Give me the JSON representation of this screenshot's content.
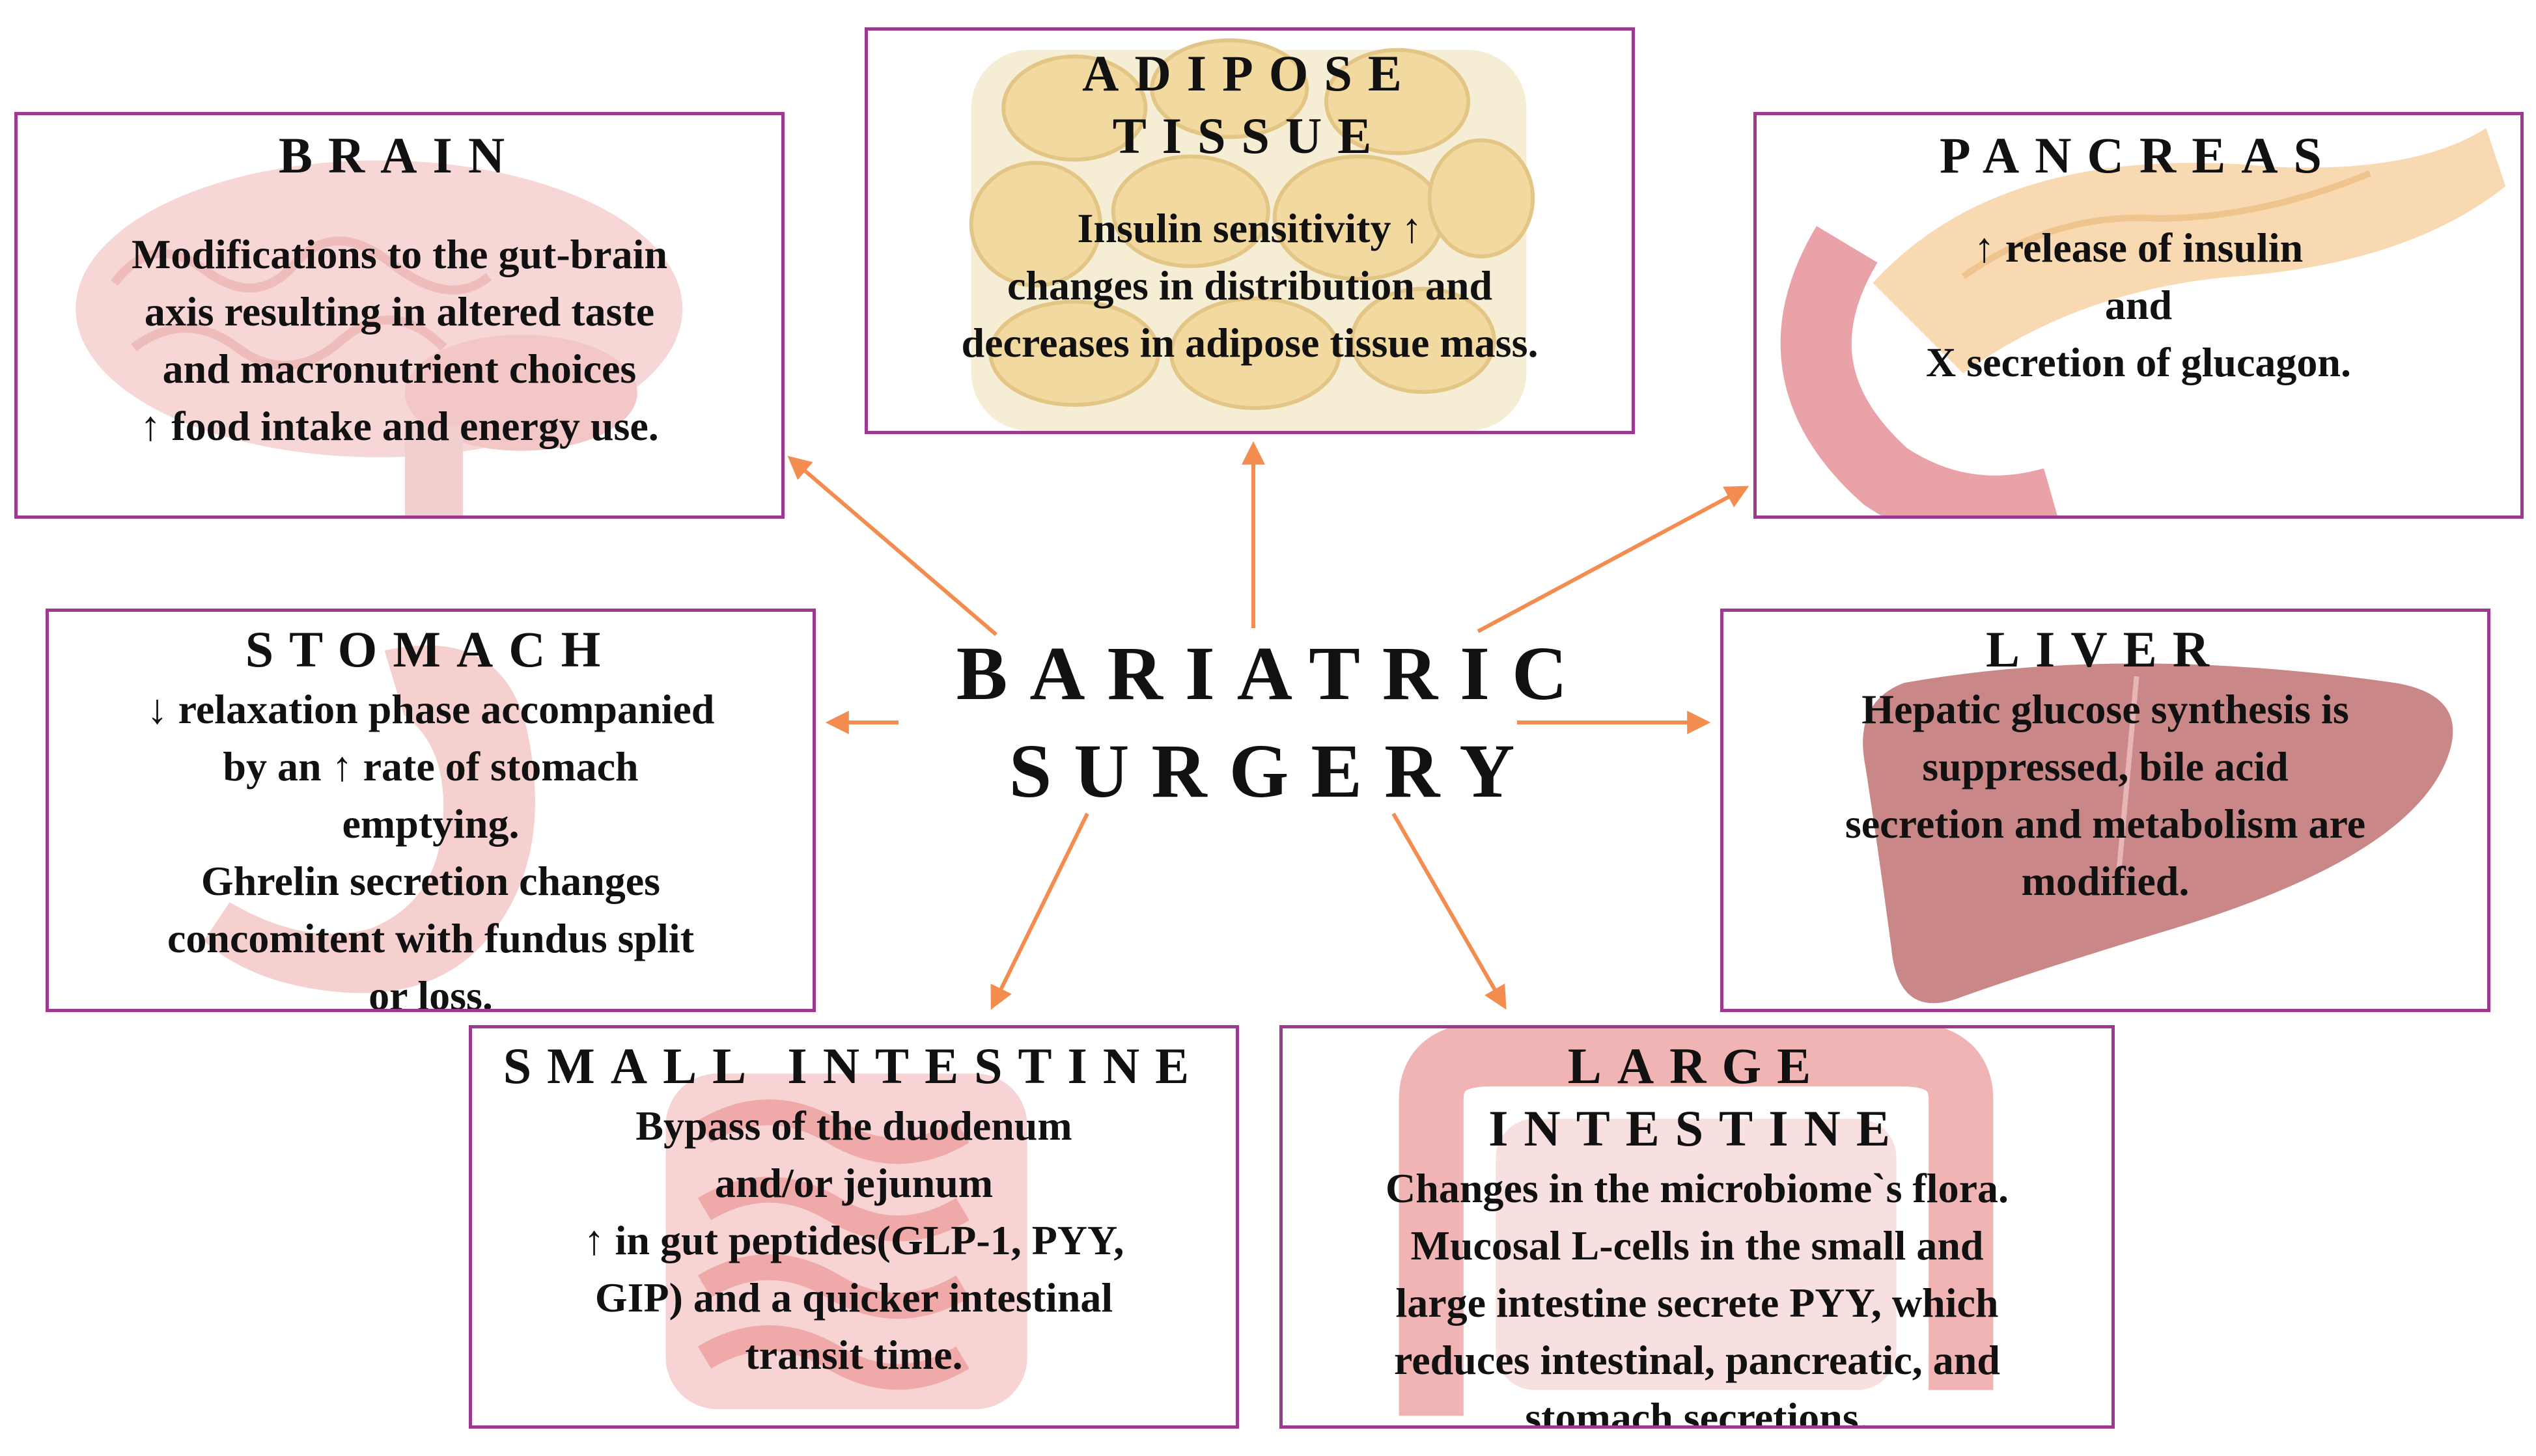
{
  "center": {
    "line1": "BARIATRIC",
    "line2": "SURGERY"
  },
  "arrow_color": "#f28c4f",
  "border_color": "#9b3a8f",
  "boxes": {
    "brain": {
      "title": "BRAIN",
      "lines": [
        "Modifications to the gut-brain",
        "axis resulting in altered taste",
        "and macronutrient choices",
        "↑ food intake and energy use."
      ]
    },
    "adipose": {
      "title1": "ADIPOSE",
      "title2": "TISSUE",
      "lines": [
        "Insulin sensitivity ↑",
        "changes in distribution  and",
        "decreases in adipose tissue mass."
      ]
    },
    "pancreas": {
      "title": "PANCREAS",
      "lines": [
        "↑ release of insulin",
        "and",
        "X secretion of glucagon."
      ]
    },
    "stomach": {
      "title": "STOMACH",
      "lines": [
        "↓ relaxation phase accompanied",
        "by an ↑ rate of stomach",
        "emptying.",
        "Ghrelin secretion changes",
        "concomitent with fundus split",
        "or loss."
      ]
    },
    "liver": {
      "title": "LIVER",
      "lines": [
        "Hepatic glucose synthesis is",
        "suppressed, bile acid",
        "secretion and metabolism  are",
        "modified."
      ]
    },
    "small_intestine": {
      "title": "SMALL INTESTINE",
      "lines": [
        "Bypass of the duodenum",
        "and/or jejunum",
        "↑ in gut peptides(GLP-1, PYY,",
        "GIP) and a quicker intestinal",
        "transit time."
      ]
    },
    "large_intestine": {
      "title1": "LARGE",
      "title2": "INTESTINE",
      "lines": [
        "Changes in the microbiome`s  flora.",
        "Mucosal L-cells in the small and",
        "large intestine secrete PYY, which",
        "reduces intestinal, pancreatic, and",
        "stomach secretions."
      ]
    }
  }
}
